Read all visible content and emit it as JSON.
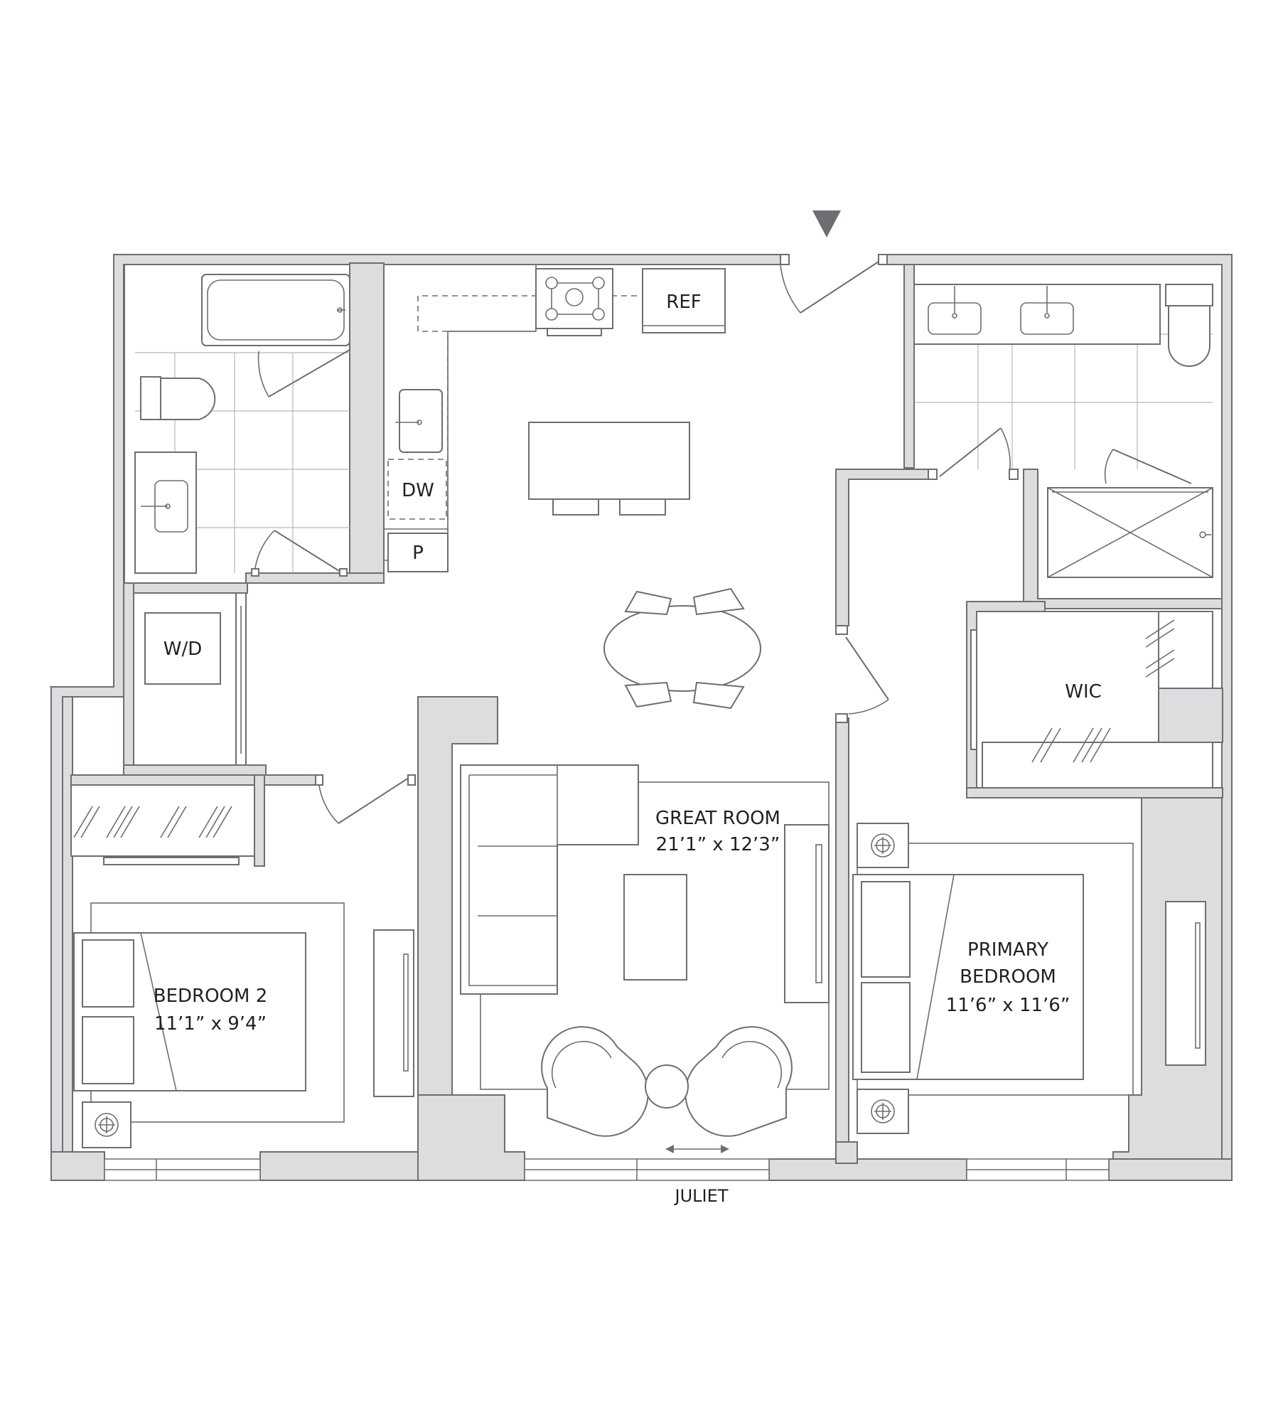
{
  "labels": {
    "ref": "REF",
    "dw": "DW",
    "pantry": "P",
    "wd": "W/D",
    "wic": "WIC",
    "great_room": {
      "name": "GREAT ROOM",
      "dims": "21’1” x 12’3”"
    },
    "primary_bedroom": {
      "line1": "PRIMARY",
      "line2": "BEDROOM",
      "dims": "11’6” x 11’6”"
    },
    "bedroom2": {
      "name": "BEDROOM 2",
      "dims": "11’1” x 9’4”"
    },
    "juliet": "JULIET"
  },
  "colors": {
    "wall_fill": "#dcdddf",
    "line": "#6d6e71",
    "text": "#231f20"
  }
}
